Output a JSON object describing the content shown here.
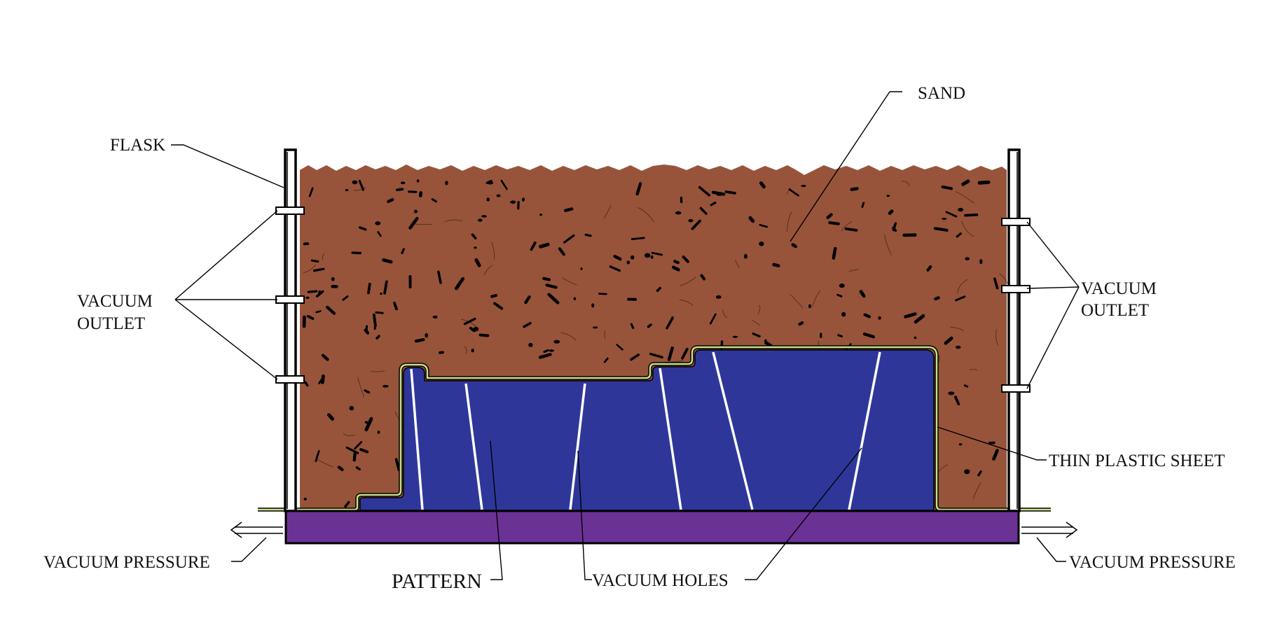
{
  "labels": {
    "sand": "SAND",
    "flask": "FLASK",
    "vacuum_outlet_left_line1": "VACUUM",
    "vacuum_outlet_left_line2": "OUTLET",
    "vacuum_outlet_right_line1": "VACUUM",
    "vacuum_outlet_right_line2": "OUTLET",
    "thin_plastic_sheet": "THIN PLASTIC SHEET",
    "vacuum_pressure_left": "VACUUM PRESSURE",
    "vacuum_pressure_right": "VACUUM PRESSURE",
    "pattern": "PATTERN",
    "vacuum_holes": "VACUUM HOLES"
  },
  "colors": {
    "sand": "#98543a",
    "pattern": "#2e3799",
    "base_plate": "#6b3296",
    "plastic_sheet": "#c8e08a",
    "vacuum_holes": "#ffffff",
    "outline": "#000000"
  }
}
